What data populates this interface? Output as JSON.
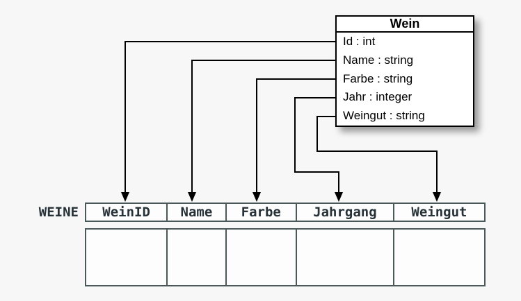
{
  "class_box": {
    "title": "Wein",
    "attributes": [
      {
        "label": "Id : int"
      },
      {
        "label": "Name : string"
      },
      {
        "label": "Farbe : string"
      },
      {
        "label": "Jahr : integer"
      },
      {
        "label": "Weingut : string"
      }
    ]
  },
  "table": {
    "name": "WEINE",
    "columns": [
      {
        "label": "WeinID"
      },
      {
        "label": "Name"
      },
      {
        "label": "Farbe"
      },
      {
        "label": "Jahrgang"
      },
      {
        "label": "Weingut"
      }
    ],
    "empty_body_rows": 1
  },
  "mappings": [
    {
      "from": "Id",
      "to": "WeinID"
    },
    {
      "from": "Name",
      "to": "Name"
    },
    {
      "from": "Farbe",
      "to": "Farbe"
    },
    {
      "from": "Jahr",
      "to": "Jahrgang"
    },
    {
      "from": "Weingut",
      "to": "Weingut"
    }
  ],
  "colors": {
    "background": "#f7f7f7",
    "box_border": "#000000",
    "connector": "#000000",
    "table_border": "#4a5859",
    "table_text": "#263238"
  }
}
